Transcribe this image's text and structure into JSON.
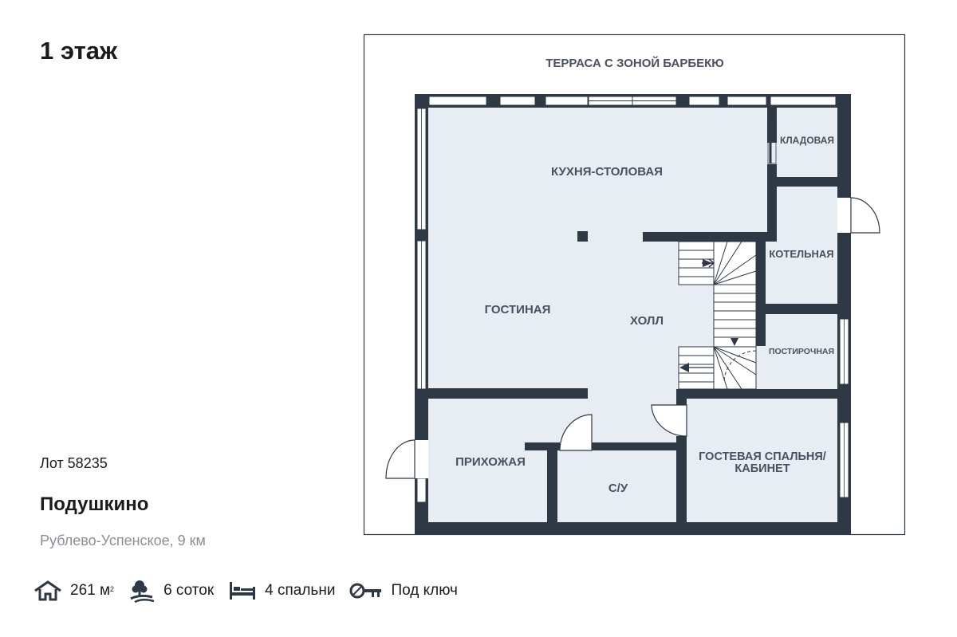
{
  "floor_title": "1 этаж",
  "lot": "Лот 58235",
  "place": "Подушкино",
  "direction": "Рублево-Успенское, 9 км",
  "stats": {
    "area_value": "261 м",
    "area_sup": "2",
    "land": "6 соток",
    "bedrooms": "4 спальни",
    "finish": "Под ключ"
  },
  "rooms": {
    "terrace": "ТЕРРАСА С ЗОНОЙ БАРБЕКЮ",
    "kitchen": "КУХНЯ-СТОЛОВАЯ",
    "pantry": "КЛАДОВАЯ",
    "boiler": "КОТЕЛЬНАЯ",
    "living": "ГОСТИНАЯ",
    "hall": "ХОЛЛ",
    "laundry": "ПОСТИРОЧНАЯ",
    "entry": "ПРИХОЖАЯ",
    "wc": "С/У",
    "guest_line1": "ГОСТЕВАЯ СПАЛЬНЯ/",
    "guest_line2": "КАБИНЕТ"
  },
  "colors": {
    "wall": "#2f3845",
    "floor": "#e8ecf3",
    "label": "#4a5060"
  }
}
